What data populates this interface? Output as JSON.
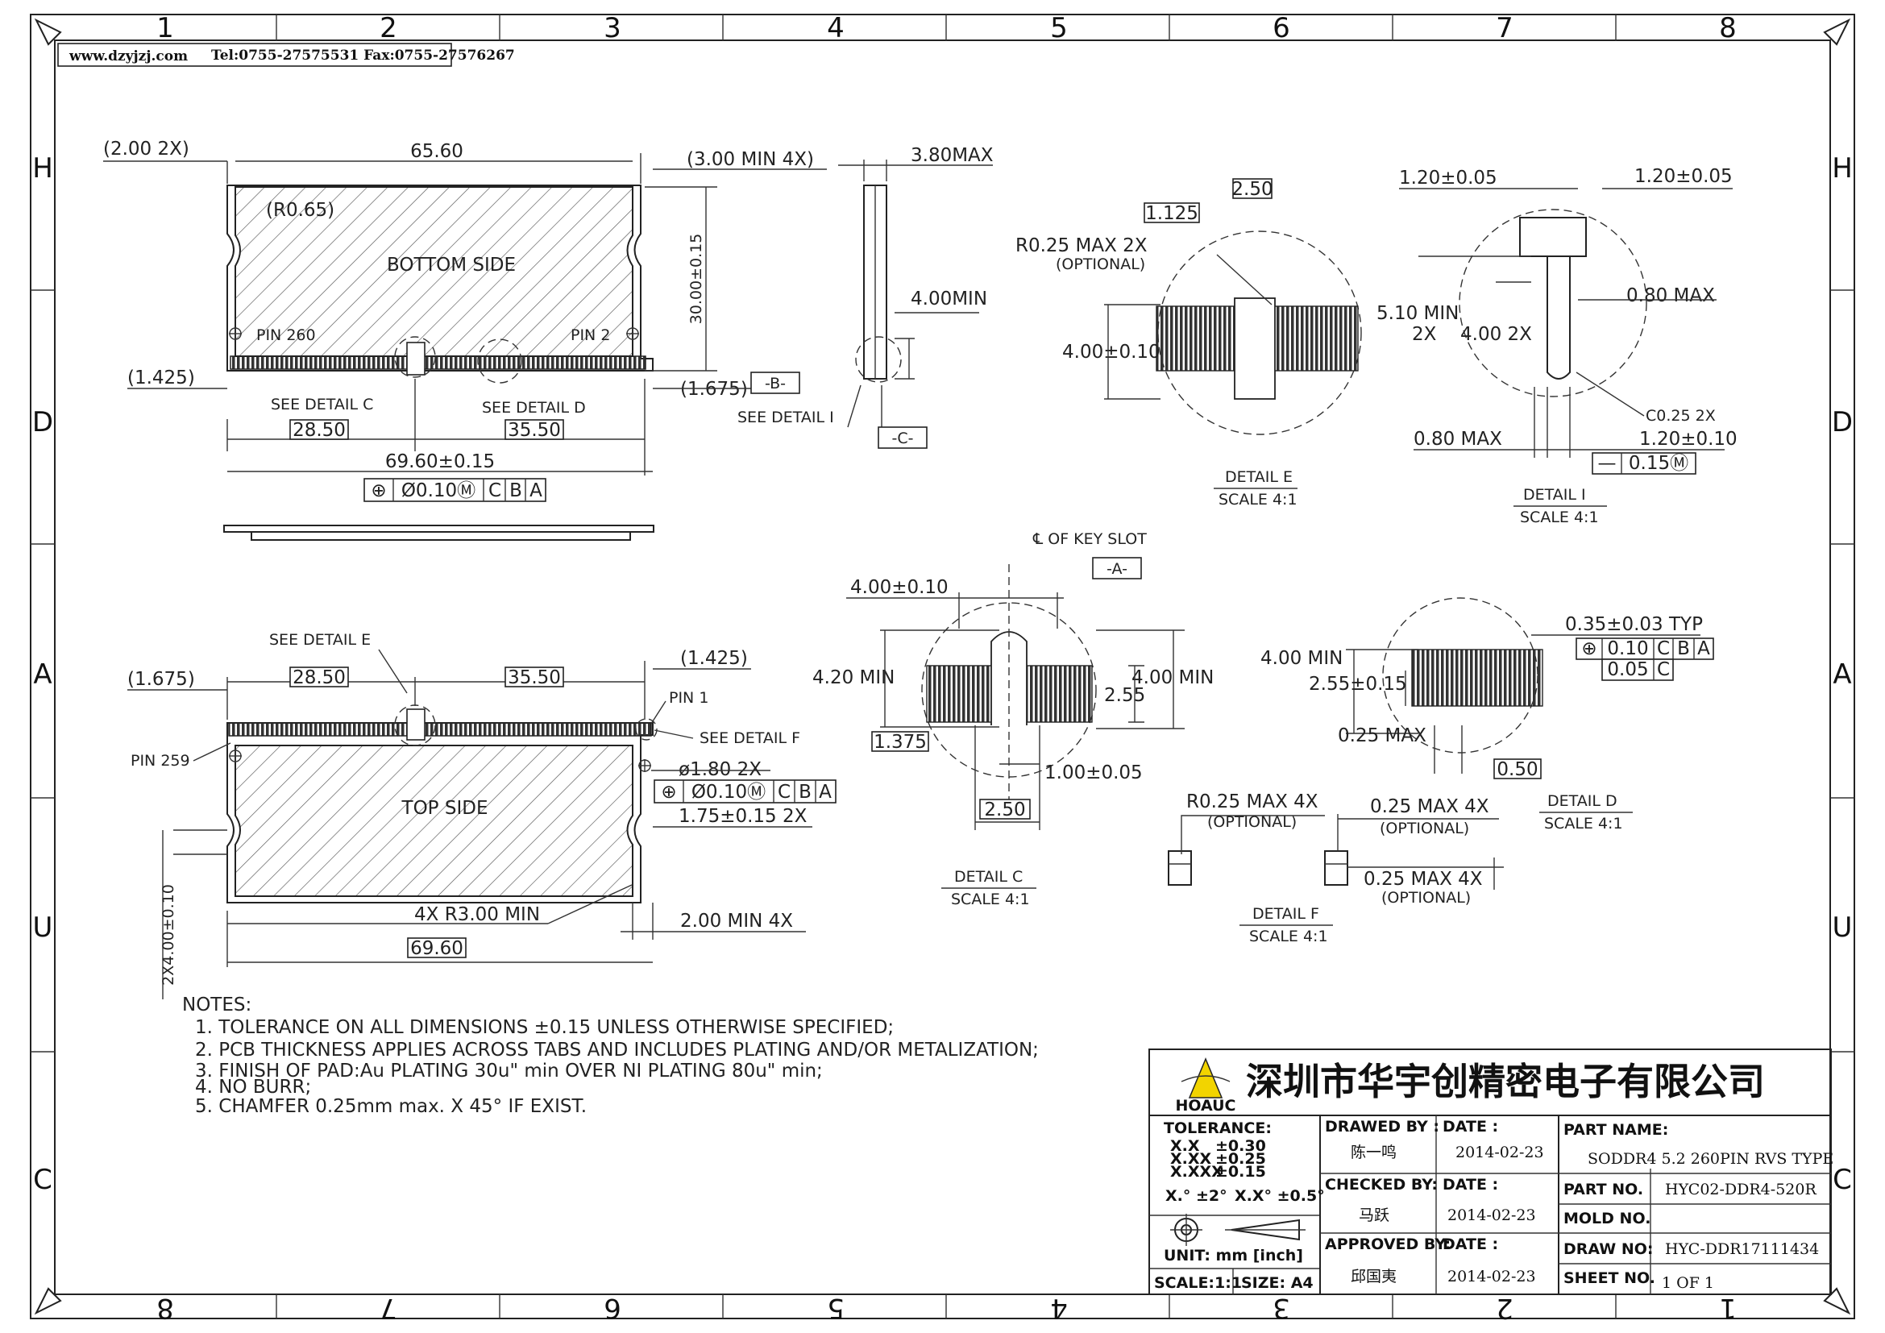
{
  "header": {
    "website": "www.dzyjzj.com",
    "contact": "Tel:0755-27575531 Fax:0755-27576267"
  },
  "grid": {
    "top": [
      "1",
      "2",
      "3",
      "4",
      "5",
      "6",
      "7",
      "8"
    ],
    "bottom": [
      "8",
      "7",
      "6",
      "5",
      "4",
      "3",
      "2",
      "1"
    ],
    "left": [
      "H",
      "D",
      "A",
      "U",
      "C"
    ],
    "right": [
      "H",
      "D",
      "A",
      "U",
      "C"
    ]
  },
  "bottom_view": {
    "labels": {
      "side": "BOTTOM SIDE",
      "pin_left": "PIN 260",
      "pin_right": "PIN 2",
      "see_c": "SEE DETAIL C",
      "see_d": "SEE DETAIL D",
      "see_i": "SEE DETAIL I"
    },
    "dims": {
      "width": "65.60",
      "left_offset": "(2.00 2X)",
      "right_offset": "(3.00 MIN 4X)",
      "corner": "(R0.65)",
      "height": "30.00±0.15",
      "left_edge": "(1.425)",
      "right_edge": "(1.675)",
      "d1": "28.50",
      "d2": "35.50",
      "overall": "69.60±0.15"
    },
    "datum_b": "-B-",
    "fcf": [
      "⊕",
      "Ø0.10Ⓜ",
      "C",
      "B",
      "A"
    ]
  },
  "side_view": {
    "thickness": "3.80MAX",
    "tab": "4.00MIN",
    "datum_c": "-C-"
  },
  "detail_e": {
    "w": "2.50",
    "w2": "1.125",
    "radius": "R0.25 MAX 2X",
    "optional": "(OPTIONAL)",
    "h": "4.00±0.10",
    "title": "DETAIL E",
    "scale": "SCALE 4:1"
  },
  "detail_i": {
    "t1": "1.20±0.05",
    "t2": "1.20±0.05",
    "h1": "5.10 MIN",
    "h1b": "2X",
    "h2": "4.00 2X",
    "w": "0.80 MAX",
    "ch": "C0.25 2X",
    "b1": "0.80 MAX",
    "b2": "1.20±0.10",
    "flat": "—",
    "flatv": "0.15Ⓜ",
    "title": "DETAIL I",
    "scale": "SCALE 4:1"
  },
  "detail_c": {
    "key": "℄ OF KEY SLOT",
    "datum_a": "-A-",
    "w1": "4.00±0.10",
    "h1": "4.20 MIN",
    "h2": "4.00 MIN",
    "h3": "2.55",
    "w2": "1.375",
    "w3": "1.00±0.05",
    "w4": "2.50",
    "title": "DETAIL C",
    "scale": "SCALE 4:1"
  },
  "detail_d": {
    "typ": "0.35±0.03 TYP",
    "fcf1": [
      "⊕",
      "0.10",
      "C",
      "B",
      "A"
    ],
    "fcf2": [
      "0.05",
      "C"
    ],
    "h1": "4.00 MIN",
    "h2": "2.55±0.15",
    "w": "0.25 MAX",
    "w2": "0.50",
    "title": "DETAIL D",
    "scale": "SCALE 4:1"
  },
  "detail_f": {
    "r": "R0.25 MAX 4X",
    "opt1": "(OPTIONAL)",
    "m1": "0.25 MAX 4X",
    "opt2": "(OPTIONAL)",
    "m2": "0.25 MAX 4X",
    "opt3": "(OPTIONAL)",
    "title": "DETAIL F",
    "scale": "SCALE 4:1"
  },
  "top_view": {
    "labels": {
      "side": "TOP SIDE",
      "pin1": "PIN 1",
      "pin259": "PIN 259",
      "see_e": "SEE DETAIL E",
      "see_f": "SEE DETAIL F"
    },
    "dims": {
      "left_edge": "(1.675)",
      "right_edge": "(1.425)",
      "d1": "28.50",
      "d2": "35.50",
      "hole": "ø1.80 2X",
      "hole_pos": "1.75±0.15 2X",
      "radius": "4X R3.00 MIN",
      "min": "2.00 MIN 4X",
      "overall": "69.60",
      "vert": "2X4.00±0.10"
    },
    "fcf": [
      "⊕",
      "Ø0.10Ⓜ",
      "C",
      "B",
      "A"
    ]
  },
  "notes": {
    "heading": "NOTES:",
    "items": [
      "1. TOLERANCE ON ALL DIMENSIONS ±0.15 UNLESS OTHERWISE SPECIFIED;",
      "2. PCB THICKNESS APPLIES ACROSS TABS AND INCLUDES PLATING AND/OR METALIZATION;",
      "3. FINISH OF PAD:Au PLATING 30u\" min OVER NI PLATING 80u\" min;",
      "4. NO BURR;",
      "5. CHAMFER 0.25mm max. X 45° IF EXIST."
    ]
  },
  "title_block": {
    "company": "深圳市华宇创精密电子有限公司",
    "logo_text": "HOAUC",
    "tolerance_label": "TOLERANCE:",
    "tol": [
      [
        "X.X",
        "±0.30"
      ],
      [
        "X.XX",
        "±0.25"
      ],
      [
        "X.XXX",
        "±0.15"
      ]
    ],
    "ang": [
      "X.° ±2°",
      "X.X° ±0.5°"
    ],
    "unit": "UNIT:  mm  [inch]",
    "scale": "SCALE:1:1",
    "size": "SIZE: A4",
    "drawn_by": "DRAWED BY :",
    "drawer": "陈一鸣",
    "date_l": "DATE :",
    "date1": "2014-02-23",
    "checked_by": "CHECKED BY:",
    "checker": "马跃",
    "date2": "2014-02-23",
    "approved_by": "APPROVED BY:",
    "approver": "邱国夷",
    "date3": "2014-02-23",
    "part_name_l": "PART NAME:",
    "part_name": "SODDR4 5.2 260PIN RVS TYPE",
    "part_no_l": "PART NO.",
    "part_no": "HYC02-DDR4-520R",
    "mold_no_l": "MOLD NO.",
    "mold_no": "",
    "draw_no_l": "DRAW NO:",
    "draw_no": "HYC-DDR17111434",
    "sheet_no_l": "SHEET NO.",
    "sheet_no": "1 OF 1"
  },
  "colors": {
    "line": "#222222",
    "logo": "#f2d400"
  }
}
